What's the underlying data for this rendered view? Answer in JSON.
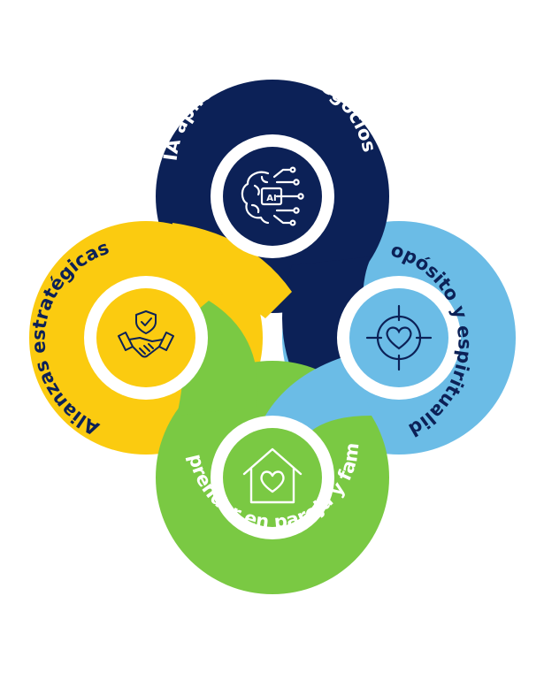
{
  "diagram": {
    "segments": [
      {
        "id": "ia",
        "label": "IA aplicada a los negocios",
        "icon": "ai-brain-icon",
        "ring_color": "#0C2157",
        "inner_color": "#0C2157",
        "text_color": "#FFFFFF",
        "icon_color": "#FFFFFF"
      },
      {
        "id": "proposito",
        "label": "Propósito y espiritualidad",
        "icon": "target-heart-icon",
        "ring_color": "#6BBCE6",
        "inner_color": "#6BBCE6",
        "text_color": "#0C2157",
        "icon_color": "#0C2157"
      },
      {
        "id": "alianzas",
        "label": "Alianzas estratégicas",
        "icon": "handshake-shield-icon",
        "ring_color": "#FBCB10",
        "inner_color": "#FBCB10",
        "text_color": "#0C2157",
        "icon_color": "#0C2157"
      },
      {
        "id": "emprender",
        "label": "Emprender en pareja y familia",
        "icon": "house-heart-icon",
        "ring_color": "#7AC943",
        "inner_color": "#7AC943",
        "text_color": "#FFFFFF",
        "icon_color": "#FFFFFF"
      }
    ]
  }
}
